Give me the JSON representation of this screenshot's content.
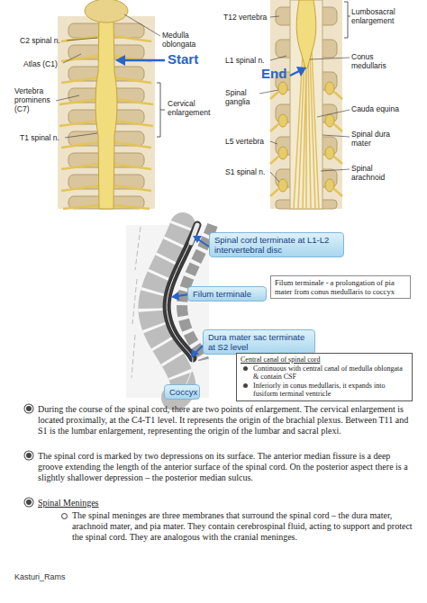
{
  "diagram": {
    "nodes": [
      {
        "text": [
          "Spinal cord terminate at L1-L2 intervertebral disc"
        ]
      },
      {
        "text": [
          "Filum terminale"
        ]
      },
      {
        "text": [
          "Filum terminale - a prolongation of pia mater from conus medullaris to coccyx"
        ]
      },
      {
        "text": [
          "Dura mater sac terminate at S2 level"
        ]
      },
      {
        "text": [
          "Central canal of spinal cord",
          "Continuous with central canal of medulla oblongata & contain CSF",
          "Inferiorly in conus medullaris, it expands into fusiform terminal ventricle"
        ]
      },
      {
        "text": [
          "Coccyx"
        ]
      }
    ],
    "labels": [
      "C2 spinal n.",
      "Medulla oblongata",
      "Atlas (C1)",
      "Start",
      "Vertebra prominens (C7)",
      "Cervical enlargement",
      "T1 spinal n.",
      "T12 vertebra",
      "Lumbosacral enlargement",
      "L1 spinal n.",
      "Conus medullaris",
      "End",
      "Spinal ganglia",
      "Cauda equina",
      "L5 vertebra",
      "Spinal dura mater",
      "S1 spinal n.",
      "Spinal arachnoid",
      "During the course of the spinal cord, there are two points of enlargement. The cervical enlargement is located proximally, at the C4-T1 level. It represents the origin of the brachial plexus. Between T11 and S1 is the lumbar enlargement, representing the origin of the lumbar and sacral plexi.",
      "The spinal cord is marked by two depressions on its surface. The anterior median fissure is a deep groove extending the length of the anterior surface of the spinal cord. On the posterior aspect there is a slightly shallower depression – the posterior median sulcus.",
      "Spinal Meninges",
      "The spinal meninges are three membranes that surround the spinal cord – the dura mater, arachnoid mater, and pia mater. They contain cerebrospinal fluid, acting to support and protect the spinal cord. They are analogous with the cranial meninges.",
      "Kasturi_Rams"
    ]
  }
}
